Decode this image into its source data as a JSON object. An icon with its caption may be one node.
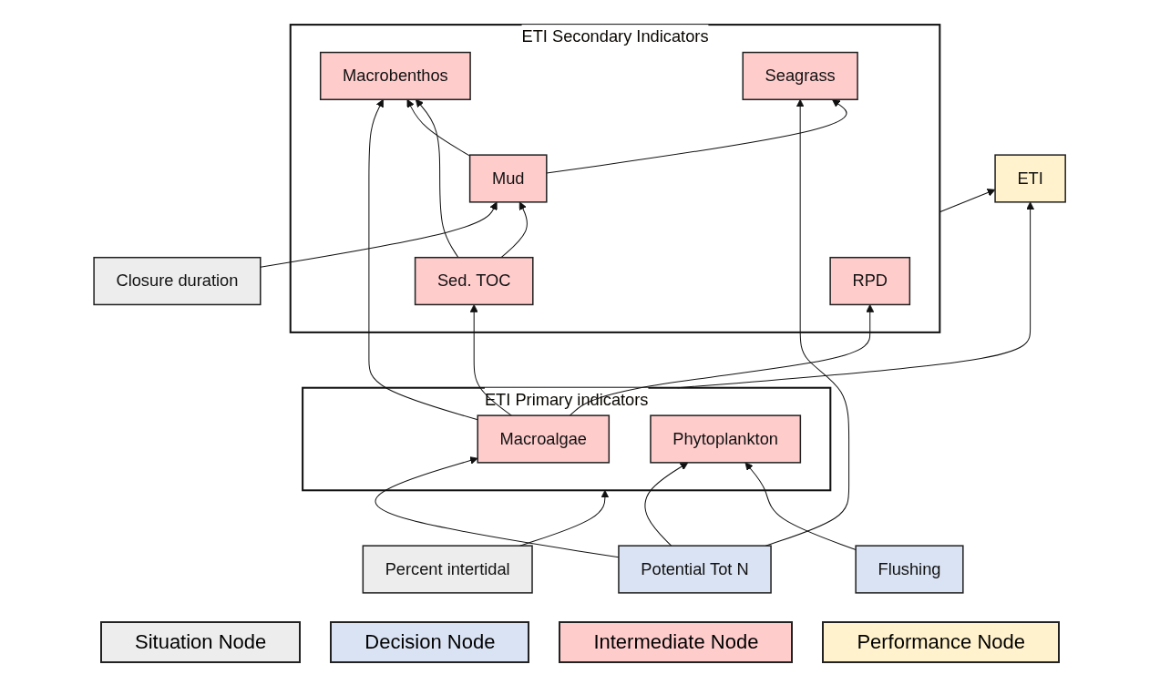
{
  "diagram": {
    "nodes": [
      {
        "text": [
          "ETI"
        ]
      },
      {
        "text": [
          "Percent intertidal"
        ]
      },
      {
        "text": [
          "Potential Tot N"
        ]
      },
      {
        "text": [
          "Flushing"
        ]
      },
      {
        "text": [
          "Closure duration"
        ]
      },
      {
        "text": [
          "ETI Primary indicators"
        ]
      },
      {
        "text": [
          "Macroalgae"
        ],
        "in": 5
      },
      {
        "text": [
          "Phytoplankton"
        ],
        "in": 5
      },
      {
        "text": [
          "ETI Secondary Indicators"
        ]
      },
      {
        "text": [
          "RPD"
        ],
        "in": 8
      },
      {
        "text": [
          "Macrobenthos"
        ],
        "in": 8
      },
      {
        "text": [
          "Mud"
        ],
        "in": 8
      },
      {
        "text": [
          "Sed. TOC"
        ],
        "in": 8
      },
      {
        "text": [
          "Seagrass"
        ],
        "in": 8
      }
    ],
    "edges": [
      {
        "from": 1,
        "to": 5,
        "arrow": "to"
      },
      {
        "from": 2,
        "to": 6,
        "arrow": "to"
      },
      {
        "from": 2,
        "to": 7,
        "arrow": "to"
      },
      {
        "from": 2,
        "to": 13,
        "arrow": "to"
      },
      {
        "from": 3,
        "to": 7,
        "arrow": "to"
      },
      {
        "from": 4,
        "to": 11,
        "arrow": "to"
      },
      {
        "from": 6,
        "to": 10,
        "arrow": "to"
      },
      {
        "from": 6,
        "to": 9,
        "arrow": "to"
      },
      {
        "from": 6,
        "to": 12,
        "arrow": "to"
      },
      {
        "from": 11,
        "to": 10,
        "arrow": "to"
      },
      {
        "from": 11,
        "to": 13,
        "arrow": "to"
      },
      {
        "from": 12,
        "to": 11,
        "arrow": "to"
      },
      {
        "from": 12,
        "to": 10,
        "arrow": "to"
      },
      {
        "from": 5,
        "to": 0,
        "arrow": "to"
      },
      {
        "from": 8,
        "to": 0,
        "arrow": "to"
      }
    ],
    "legend": [
      {
        "text": "Situation Node",
        "color": "#ededed"
      },
      {
        "text": "Decision Node",
        "color": "#dae3f3"
      },
      {
        "text": "Intermediate Node",
        "color": "#ffcccc"
      },
      {
        "text": "Performance Node",
        "color": "#fff2cc"
      }
    ]
  }
}
